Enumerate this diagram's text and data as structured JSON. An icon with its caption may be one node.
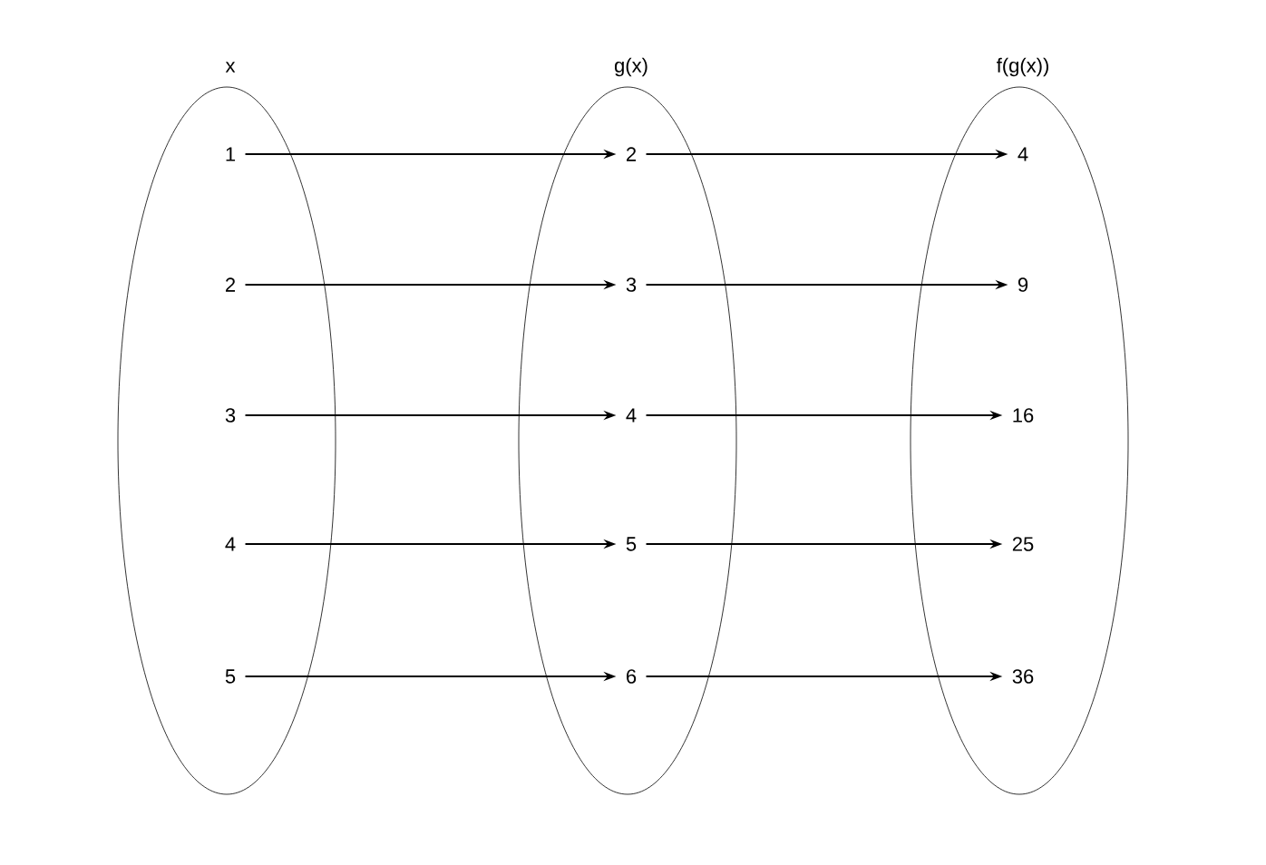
{
  "diagram": {
    "nodes": [
      {
        "text": [
          "x"
        ]
      },
      {
        "text": [
          "1"
        ],
        "in": 0
      },
      {
        "text": [
          "2"
        ],
        "in": 0
      },
      {
        "text": [
          "3"
        ],
        "in": 0
      },
      {
        "text": [
          "4"
        ],
        "in": 0
      },
      {
        "text": [
          "5"
        ],
        "in": 0
      },
      {
        "text": [
          "g(x)"
        ]
      },
      {
        "text": [
          "2"
        ],
        "in": 6
      },
      {
        "text": [
          "3"
        ],
        "in": 6
      },
      {
        "text": [
          "4"
        ],
        "in": 6
      },
      {
        "text": [
          "5"
        ],
        "in": 6
      },
      {
        "text": [
          "6"
        ],
        "in": 6
      },
      {
        "text": [
          "f(g(x))"
        ]
      },
      {
        "text": [
          "4"
        ],
        "in": 12
      },
      {
        "text": [
          "9"
        ],
        "in": 12
      },
      {
        "text": [
          "16"
        ],
        "in": 12
      },
      {
        "text": [
          "25"
        ],
        "in": 12
      },
      {
        "text": [
          "36"
        ],
        "in": 12
      }
    ],
    "edges": [
      {
        "from": 1,
        "to": 7,
        "arrow": "to"
      },
      {
        "from": 2,
        "to": 8,
        "arrow": "to"
      },
      {
        "from": 3,
        "to": 9,
        "arrow": "to"
      },
      {
        "from": 4,
        "to": 10,
        "arrow": "to"
      },
      {
        "from": 5,
        "to": 11,
        "arrow": "to"
      },
      {
        "from": 7,
        "to": 13,
        "arrow": "to"
      },
      {
        "from": 8,
        "to": 14,
        "arrow": "to"
      },
      {
        "from": 9,
        "to": 15,
        "arrow": "to"
      },
      {
        "from": 10,
        "to": 16,
        "arrow": "to"
      },
      {
        "from": 11,
        "to": 17,
        "arrow": "to"
      }
    ]
  }
}
